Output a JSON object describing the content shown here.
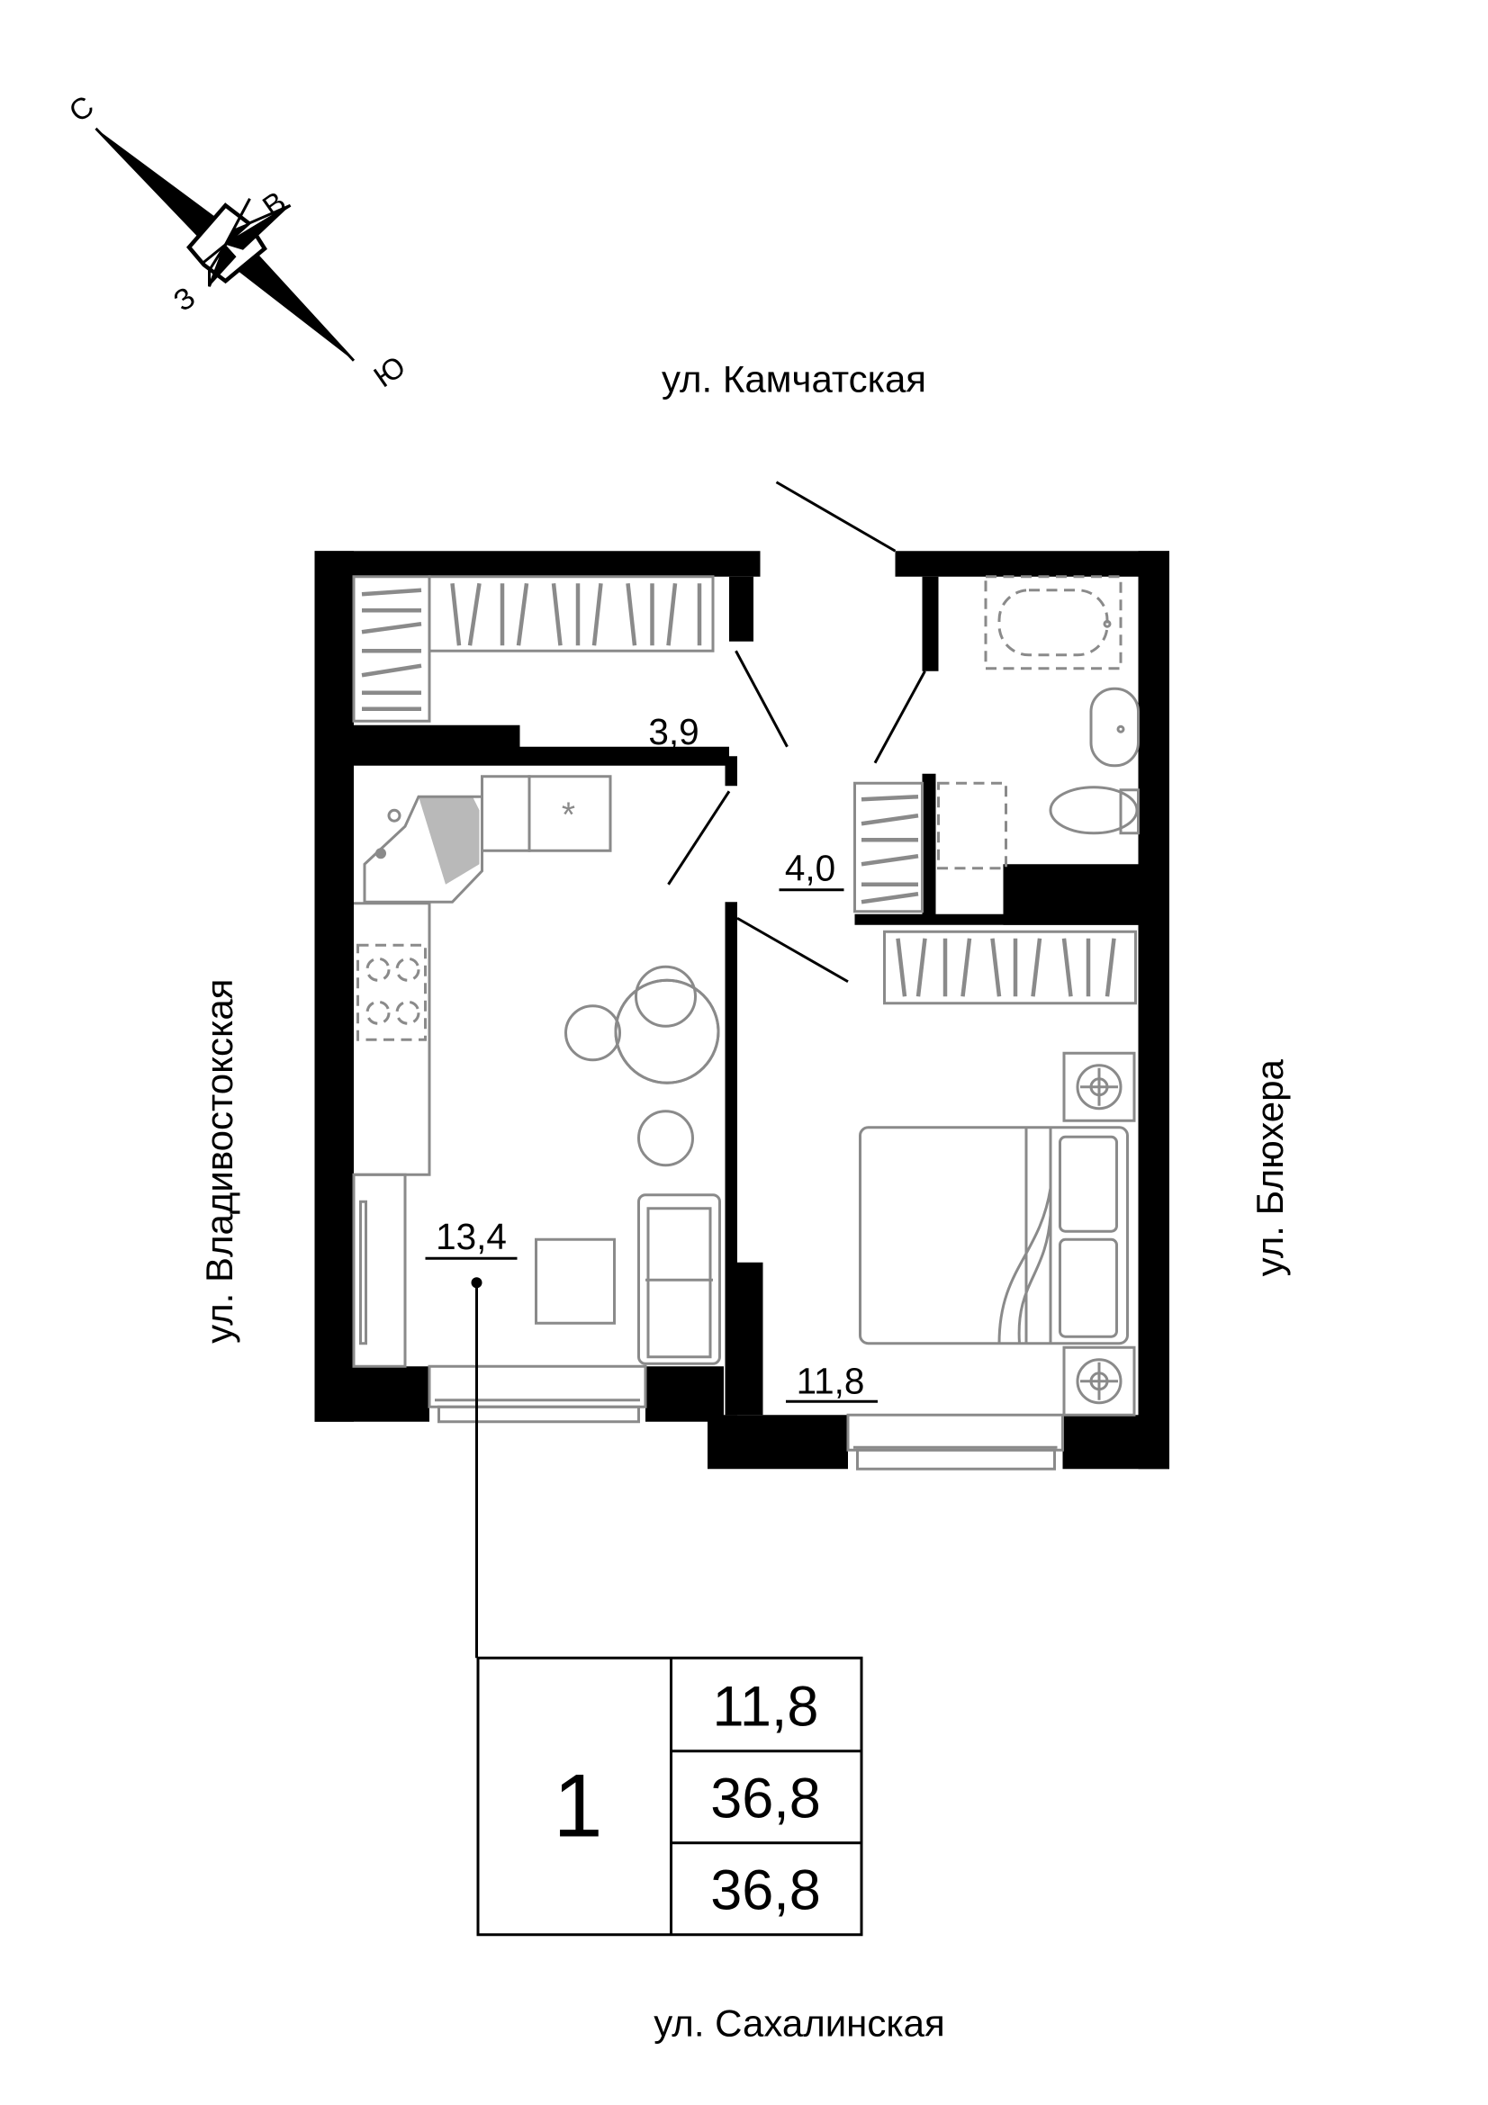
{
  "compass": {
    "north": "С",
    "east": "В",
    "west": "З",
    "south": "Ю"
  },
  "streets": {
    "top": "ул. Камчатская",
    "bottom": "ул. Сахалинская",
    "left": "ул. Владивостокская",
    "right": "ул. Блюхера"
  },
  "rooms": {
    "storage": "3,9",
    "hall": "4,0",
    "kitchen_living": "13,4",
    "bedroom": "11,8"
  },
  "summary": {
    "rooms_count": "1",
    "living_area": "11,8",
    "total_area": "36,8",
    "total_area_with_balcony": "36,8"
  },
  "colors": {
    "walls": "#000000",
    "furniture": "#8a8a8a"
  }
}
